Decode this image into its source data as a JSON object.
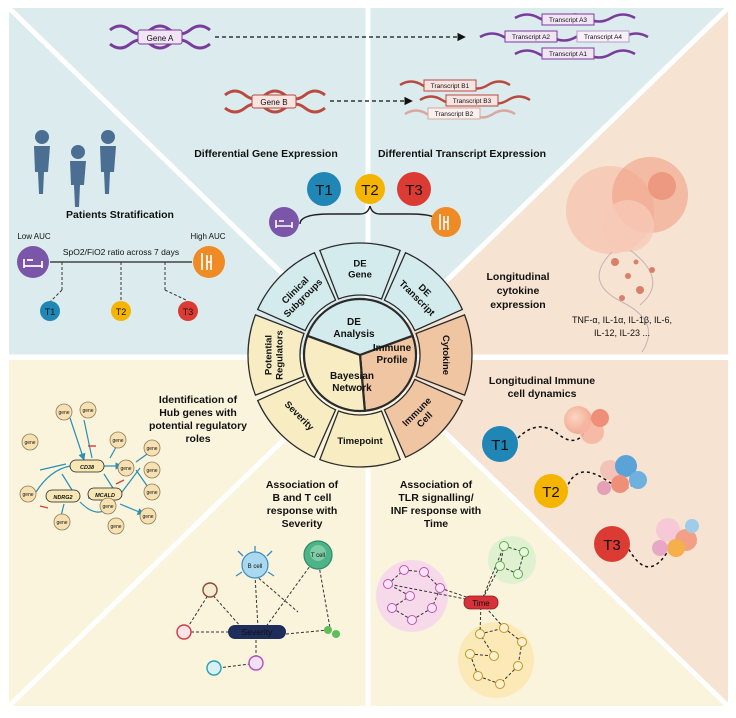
{
  "colors": {
    "panel_blue": "#dcecee",
    "panel_peach": "#f6e3d2",
    "panel_cream": "#faf4dd",
    "t1": "#1f86b5",
    "t2": "#f5b400",
    "t3": "#dc3b33",
    "de_blue": "#d3ebec",
    "immune_peach": "#efc5a2",
    "bayes_cream": "#f7ecc2",
    "gene_purple": "#7a3c9c",
    "gene_red": "#b84a3f"
  },
  "wheel": {
    "center_top": "DE Analysis",
    "center_right": "Immune Profile",
    "center_bottom": "Bayesian Network",
    "segments": {
      "de_gene": "DE Gene",
      "de_transcript": "DE Transcript",
      "cytokine": "Cytokine",
      "immune_cell": "Immune Cell",
      "timepoint": "Timepoint",
      "severity": "Severity",
      "potential_regulators": "Potential Regulators",
      "clinical_subgroups": "Clinical Subgroups"
    }
  },
  "genes": {
    "gene_a": "Gene A",
    "gene_b": "Gene B",
    "transcripts_a": [
      "Transcript A3",
      "Transcript A2",
      "Transcript A4",
      "Transcript A1"
    ],
    "transcripts_b": [
      "Transcript B1",
      "Transcript B3",
      "Transcript B2"
    ]
  },
  "titles": {
    "diff_gene": "Differential Gene Expression",
    "diff_transcript": "Differential Transcript Expression",
    "patients": "Patients Stratification",
    "cytokine": [
      "Longitudinal",
      "cytokine",
      "expression"
    ],
    "cytokine_list": [
      "TNF-α, IL-1α, IL-1β, IL-6,",
      "IL-12, IL-23 ..."
    ],
    "immune_dyn": [
      "Longitudinal Immune",
      "cell dynamics"
    ],
    "hub": [
      "Identification of",
      "Hub genes with",
      "potential regulatory",
      "roles"
    ],
    "bt_assoc": [
      "Association of",
      "B and T cell",
      "response with",
      "Severity"
    ],
    "tlr_assoc": [
      "Association of",
      "TLR signalling/",
      "INF response with",
      "Time"
    ]
  },
  "stratification": {
    "low_auc": "Low AUC",
    "high_auc": "High AUC",
    "axis_text": "SpO2/FiO2 ratio across 7 days",
    "groups": [
      "T1",
      "T2",
      "T3"
    ]
  },
  "network": {
    "gene_label": "gene",
    "hubs": [
      "CD38",
      "NDRG2",
      "MCALD"
    ],
    "severity": "Severity",
    "b_cell": "B cell",
    "t_cell": "T cell",
    "time": "Time"
  }
}
